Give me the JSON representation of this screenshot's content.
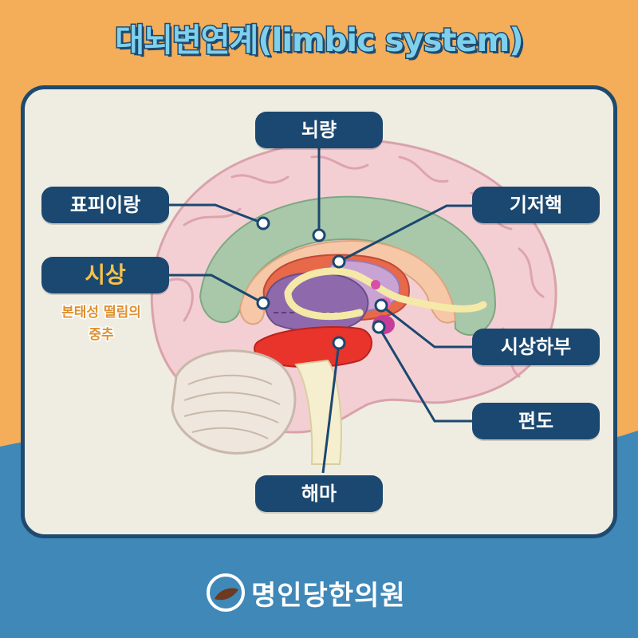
{
  "title": "대뇌변연계(limbic system)",
  "labels": {
    "corpus_callosum": "뇌량",
    "cingulate_gyrus": "표피이랑",
    "basal_ganglia": "기저핵",
    "thalamus": "시상",
    "hypothalamus": "시상하부",
    "amygdala": "편도",
    "hippocampus": "해마"
  },
  "thalamus_note": {
    "line1": "본태성 떨림의",
    "line2": "중추"
  },
  "brand": "명인당한의원",
  "colors": {
    "background_top": "#f4ad58",
    "background_bottom": "#3f88b8",
    "tag_fill": "#1b4870",
    "highlight": "#f6c24a",
    "title_fill": "#7fd0ec"
  }
}
